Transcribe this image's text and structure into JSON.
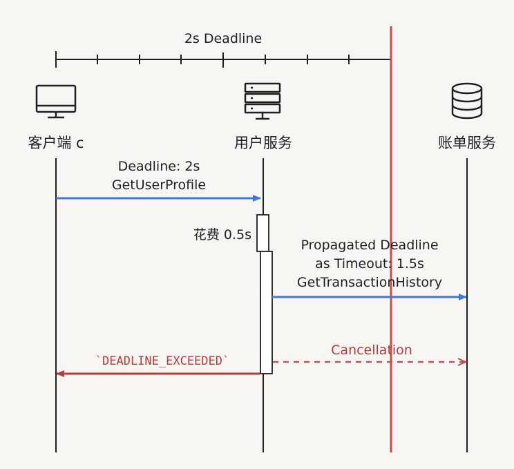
{
  "timeline": {
    "label": "2s Deadline"
  },
  "actors": {
    "client": {
      "label": "客户端 c",
      "icon": "monitor-icon"
    },
    "user_service": {
      "label": "用户服务",
      "icon": "server-icon"
    },
    "account_service": {
      "label": "账单服务",
      "icon": "database-icon"
    }
  },
  "messages": {
    "request_1": {
      "line1": "Deadline: 2s",
      "line2": "GetUserProfile"
    },
    "spent": {
      "label": "花费 0.5s"
    },
    "request_2": {
      "line1": "Propagated Deadline",
      "line2": "as Timeout: 1.5s",
      "line3": "GetTransactionHistory"
    },
    "error": {
      "label": "`DEADLINE_EXCEEDED`"
    },
    "cancellation": {
      "label": "Cancellation"
    }
  },
  "colors": {
    "request_arrow": "#3f79d8",
    "error_arrow": "#b73a3a",
    "deadline_line": "#c84a4a",
    "ink": "#1f1f1f",
    "background": "#f7f6f2"
  }
}
